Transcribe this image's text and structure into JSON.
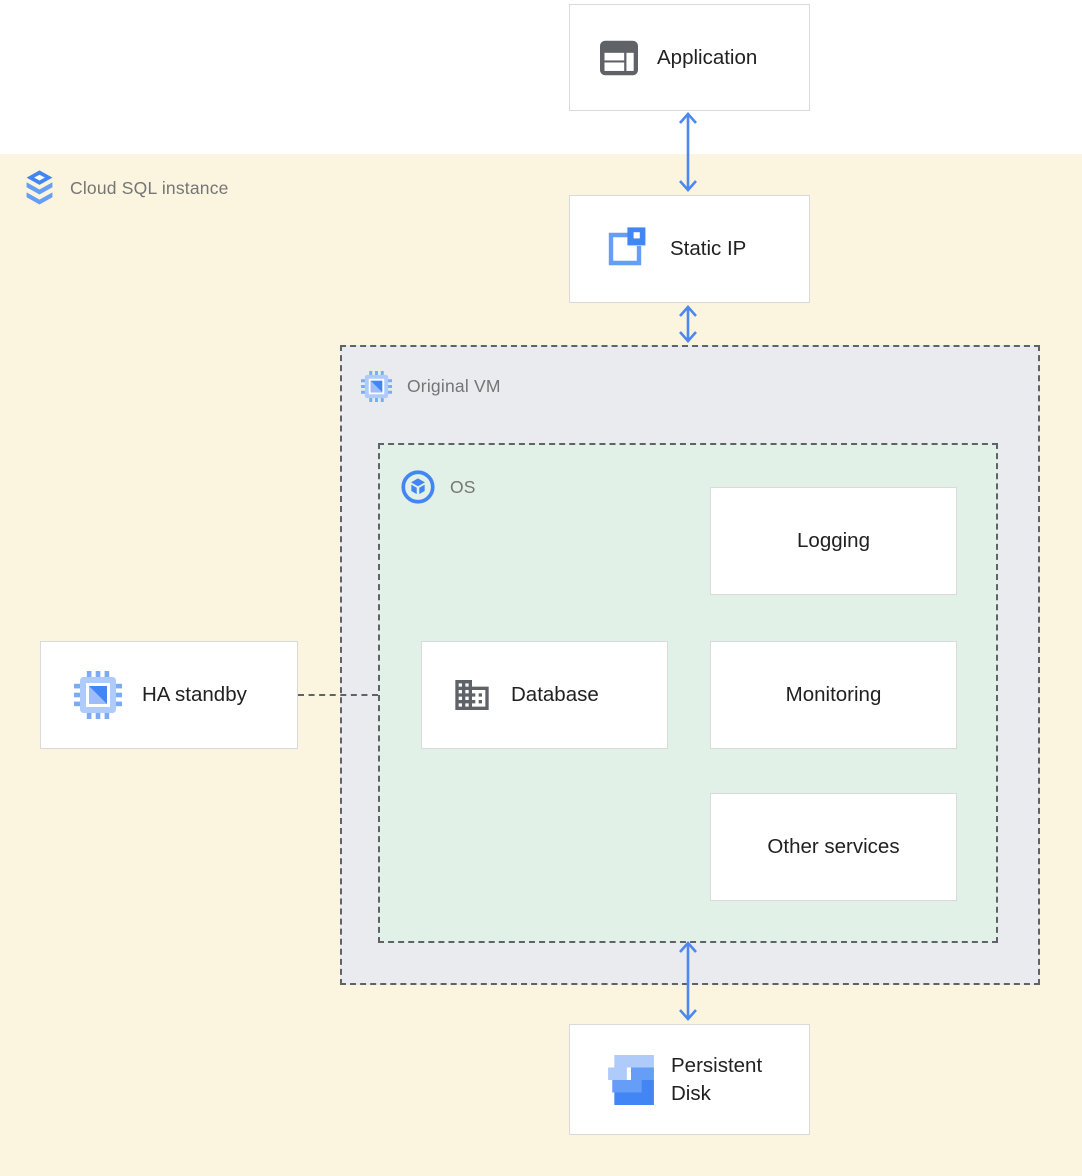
{
  "zones": {
    "cloud_sql": {
      "label": "Cloud SQL instance",
      "icon": "cloud-sql-icon"
    },
    "original_vm": {
      "label": "Original VM",
      "icon": "compute-engine-icon"
    },
    "os": {
      "label": "OS",
      "icon": "os-icon"
    }
  },
  "nodes": {
    "application": {
      "label": "Application",
      "icon": "application-icon"
    },
    "static_ip": {
      "label": "Static IP",
      "icon": "external-ip-icon"
    },
    "logging": {
      "label": "Logging"
    },
    "database": {
      "label": "Database",
      "icon": "building-icon"
    },
    "monitoring": {
      "label": "Monitoring"
    },
    "other_services": {
      "label": "Other services"
    },
    "ha_standby": {
      "label": "HA standby",
      "icon": "compute-engine-icon"
    },
    "persistent_disk": {
      "label": "Persistent Disk",
      "icon": "persistent-disk-icon"
    }
  },
  "connections": [
    {
      "from": "application",
      "to": "static_ip",
      "type": "double-arrow"
    },
    {
      "from": "static_ip",
      "to": "original_vm",
      "type": "double-arrow"
    },
    {
      "from": "os",
      "to": "persistent_disk",
      "type": "double-arrow"
    },
    {
      "from": "ha_standby",
      "to": "os",
      "type": "dashed-line"
    }
  ],
  "colors": {
    "canvas-bg": "#ffffff",
    "sql-zone-bg": "#fbf5e0",
    "vm-zone-bg": "#e9ebee",
    "os-zone-bg": "#e2f1e8",
    "zone-border": "#5f6368",
    "card-bg": "#ffffff",
    "card-border": "#d9dadb",
    "label-dark": "#212121",
    "label-gray": "#757575",
    "arrow-blue": "#4e87f0",
    "blue-dark": "#4285f4",
    "blue-mid": "#669df6",
    "blue-light": "#aecbfa",
    "icon-gray": "#5f6368"
  }
}
